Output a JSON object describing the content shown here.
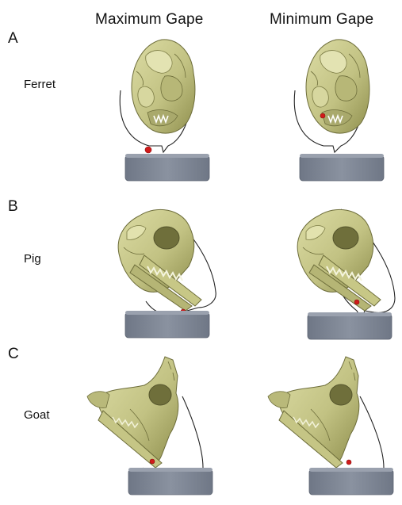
{
  "headers": {
    "max": "Maximum Gape",
    "min": "Minimum Gape"
  },
  "rows": [
    {
      "letter": "A",
      "animal": "Ferret"
    },
    {
      "letter": "B",
      "animal": "Pig"
    },
    {
      "letter": "C",
      "animal": "Goat"
    }
  ],
  "colors": {
    "skull_fill": "#c9c98a",
    "skull_shade": "#8f8f4e",
    "skull_stroke": "#6d6d3a",
    "platform": "#7a8291",
    "platform_top": "#9aa1ae",
    "marker": "#d11a1a",
    "trajectory": "#222222"
  }
}
